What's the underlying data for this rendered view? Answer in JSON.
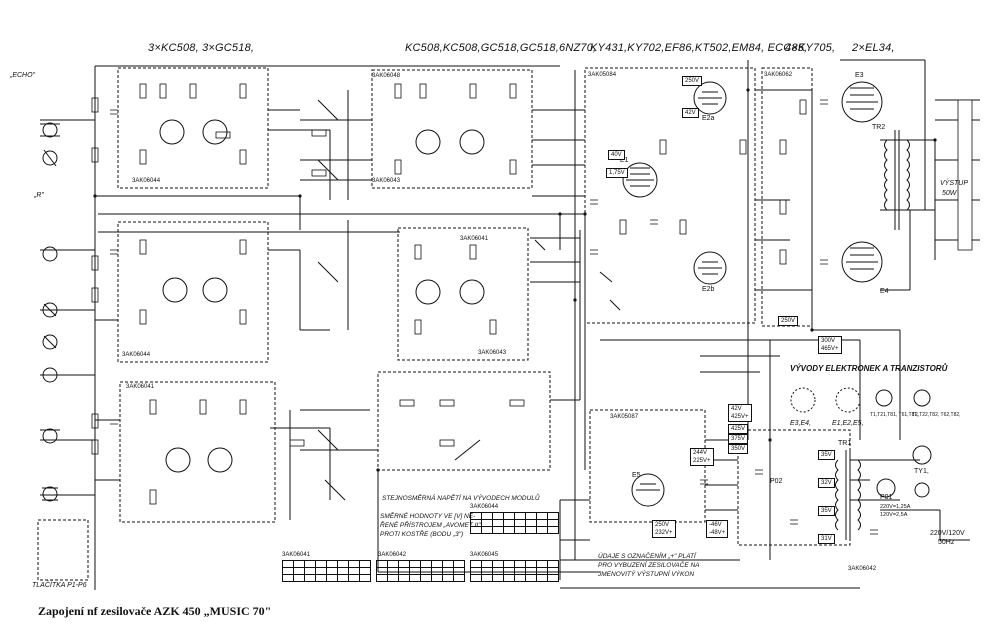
{
  "headers": {
    "group1": "3×KC508,   3×GC518,",
    "group2": "KC508,KC508,GC518,GC518,6NZ70,",
    "group3": "KY431,KY702,EF86,KT502,EM84,  ECC85,",
    "group4": "4×KY705,",
    "group5": "2×EL34,"
  },
  "caption": "Zapojení nf zesilovače AZK 450 „MUSIC 70\"",
  "inputs": {
    "echo": "„ECHO\"",
    "r": "„R\"",
    "switch": "TLAČÍTKA P1-P6"
  },
  "modules": {
    "m1": "3AK06044",
    "m2": "3AK06048",
    "m3": "3AK06043",
    "m4": "3AK06041",
    "m5": "3AK06044",
    "m6": "3AK06043",
    "m7": "3AK06041",
    "m8": "3AK05084",
    "m9": "3AK06062",
    "m10": "3AK05087",
    "m11": "3AK06042"
  },
  "tubes": {
    "e1": "E1",
    "e2a": "E2a",
    "e2b": "E2b",
    "e3": "E3",
    "e4": "E4",
    "e5": "E5"
  },
  "output": {
    "vystup": "VÝSTUP",
    "power": "50W",
    "tr2": "TR2",
    "tr1": "TR1"
  },
  "sections": {
    "pinouts": "VÝVODY ELEKTRONEK A TRANZISTORŮ",
    "pin_e3e4": "E3,E4,",
    "pin_e1e2": "E1,E2,E5,",
    "pin_t": "T1,T21,T81, T61,T81,",
    "pin_t2": "T2,T22,T82, T62,T82,",
    "pin_ty": "TY1,"
  },
  "notes": {
    "dc_note": "STEJNOSMĚRNÁ NAPĚTÍ NA VÝVODECH MODULŮ",
    "meas_note": "SMĚRNÉ HODNOTY VE [V] NĚ-\nŘENÉ PŘÍSTROJEM „AVOMET II\"\nPROTI KOSTŘE (BODU „3\")",
    "plus_note": "ÚDAJE S OZNAČENÍM „+\" PLATÍ\nPRO VYBUZENÍ ZESILOVAČE NA\nJMENOVITÝ VÝSTUPNÍ VÝKON"
  },
  "voltages": {
    "v1": "250V",
    "v2": "42V",
    "v3": "40V",
    "v4": "1,75V",
    "v5": "250V",
    "v6": "300V\n465V+",
    "v7": "42V\n425V+",
    "v8": "425V",
    "v9": "375V",
    "v10": "350V",
    "v11": "244V\n225V+",
    "v12": "250V\n232V+",
    "v13": "-46V\n-48V+",
    "v14": "35V",
    "v15": "32V",
    "v16": "35V",
    "v17": "31V"
  },
  "mains": {
    "m1": "220V/120V",
    "m2": "50Hz",
    "fuse1": "220V=1,25A",
    "fuse2": "120V=2,5A",
    "f1": "P01",
    "f2": "P02"
  },
  "tables": {
    "t1_title": "3AK06041",
    "t2_title": "3AK06042",
    "t3_title": "3AK06045",
    "t4_title": "3AK06044"
  }
}
